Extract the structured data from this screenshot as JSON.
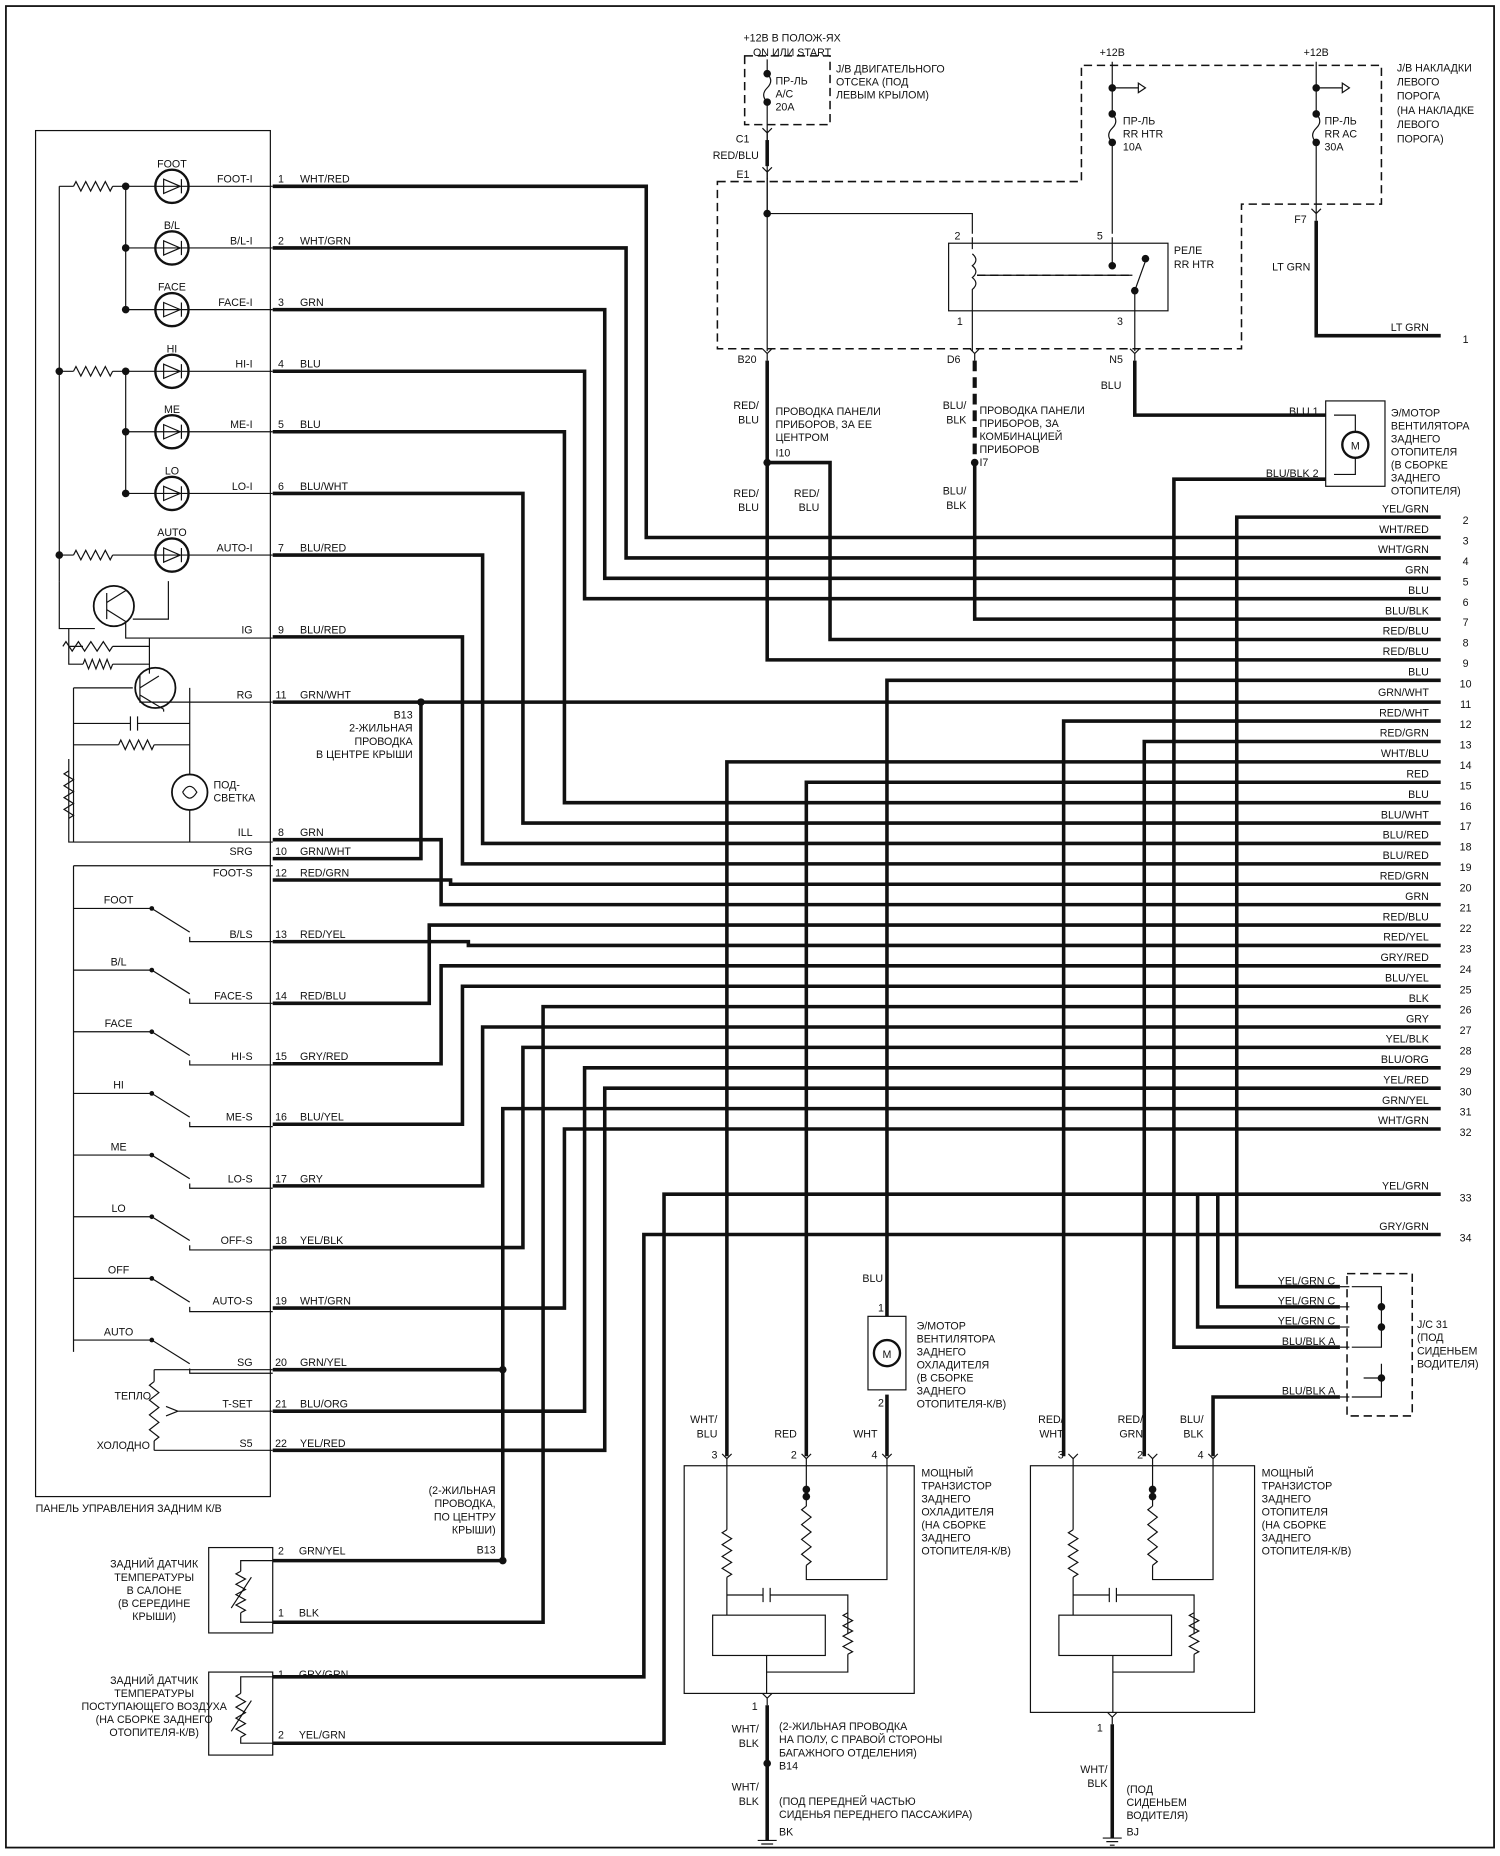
{
  "panel": {
    "caption": "ПАНЕЛЬ УПРАВЛЕНИЯ ЗАДНИМ К/В",
    "indicators": [
      "FOOT",
      "B/L",
      "FACE",
      "HI",
      "ME",
      "LO",
      "AUTO"
    ],
    "switches": [
      "FOOT",
      "B/L",
      "FACE",
      "HI",
      "ME",
      "LO",
      "OFF",
      "AUTO"
    ],
    "backlight": [
      "ПОД-",
      "СВЕТКА"
    ],
    "temp_warm": "ТЕПЛО",
    "temp_cold": "ХОЛОДНО",
    "pins": [
      {
        "name": "FOOT-I",
        "pin": "1",
        "wire": "WHT/RED"
      },
      {
        "name": "B/L-I",
        "pin": "2",
        "wire": "WHT/GRN"
      },
      {
        "name": "FACE-I",
        "pin": "3",
        "wire": "GRN"
      },
      {
        "name": "HI-I",
        "pin": "4",
        "wire": "BLU"
      },
      {
        "name": "ME-I",
        "pin": "5",
        "wire": "BLU"
      },
      {
        "name": "LO-I",
        "pin": "6",
        "wire": "BLU/WHT"
      },
      {
        "name": "AUTO-I",
        "pin": "7",
        "wire": "BLU/RED"
      },
      {
        "name": "IG",
        "pin": "9",
        "wire": "BLU/RED"
      },
      {
        "name": "RG",
        "pin": "11",
        "wire": "GRN/WHT"
      },
      {
        "name": "ILL",
        "pin": "8",
        "wire": "GRN"
      },
      {
        "name": "SRG",
        "pin": "10",
        "wire": "GRN/WHT"
      },
      {
        "name": "FOOT-S",
        "pin": "12",
        "wire": "RED/GRN"
      },
      {
        "name": "B/LS",
        "pin": "13",
        "wire": "RED/YEL"
      },
      {
        "name": "FACE-S",
        "pin": "14",
        "wire": "RED/BLU"
      },
      {
        "name": "HI-S",
        "pin": "15",
        "wire": "GRY/RED"
      },
      {
        "name": "ME-S",
        "pin": "16",
        "wire": "BLU/YEL"
      },
      {
        "name": "LO-S",
        "pin": "17",
        "wire": "GRY"
      },
      {
        "name": "OFF-S",
        "pin": "18",
        "wire": "YEL/BLK"
      },
      {
        "name": "AUTO-S",
        "pin": "19",
        "wire": "WHT/GRN"
      },
      {
        "name": "SG",
        "pin": "20",
        "wire": "GRN/YEL"
      },
      {
        "name": "T-SET",
        "pin": "21",
        "wire": "BLU/ORG"
      },
      {
        "name": "S5",
        "pin": "22",
        "wire": "YEL/RED"
      }
    ]
  },
  "right_connector": {
    "pins": [
      {
        "pin": "1",
        "wire": "LT GRN"
      },
      {
        "pin": "2",
        "wire": "YEL/GRN"
      },
      {
        "pin": "3",
        "wire": "WHT/RED"
      },
      {
        "pin": "4",
        "wire": "WHT/GRN"
      },
      {
        "pin": "5",
        "wire": "GRN"
      },
      {
        "pin": "6",
        "wire": "BLU"
      },
      {
        "pin": "7",
        "wire": "BLU/BLK"
      },
      {
        "pin": "8",
        "wire": "RED/BLU"
      },
      {
        "pin": "9",
        "wire": "RED/BLU"
      },
      {
        "pin": "10",
        "wire": "BLU"
      },
      {
        "pin": "11",
        "wire": "GRN/WHT"
      },
      {
        "pin": "12",
        "wire": "RED/WHT"
      },
      {
        "pin": "13",
        "wire": "RED/GRN"
      },
      {
        "pin": "14",
        "wire": "WHT/BLU"
      },
      {
        "pin": "15",
        "wire": "RED"
      },
      {
        "pin": "16",
        "wire": "BLU"
      },
      {
        "pin": "17",
        "wire": "BLU/WHT"
      },
      {
        "pin": "18",
        "wire": "BLU/RED"
      },
      {
        "pin": "19",
        "wire": "BLU/RED"
      },
      {
        "pin": "20",
        "wire": "RED/GRN"
      },
      {
        "pin": "21",
        "wire": "GRN"
      },
      {
        "pin": "22",
        "wire": "RED/BLU"
      },
      {
        "pin": "23",
        "wire": "RED/YEL"
      },
      {
        "pin": "24",
        "wire": "GRY/RED"
      },
      {
        "pin": "25",
        "wire": "BLU/YEL"
      },
      {
        "pin": "26",
        "wire": "BLK"
      },
      {
        "pin": "27",
        "wire": "GRY"
      },
      {
        "pin": "28",
        "wire": "YEL/BLK"
      },
      {
        "pin": "29",
        "wire": "BLU/ORG"
      },
      {
        "pin": "30",
        "wire": "YEL/RED"
      },
      {
        "pin": "31",
        "wire": "GRN/YEL"
      },
      {
        "pin": "32",
        "wire": "WHT/GRN"
      },
      {
        "pin": "33",
        "wire": "YEL/GRN"
      },
      {
        "pin": "34",
        "wire": "GRY/GRN"
      }
    ]
  },
  "top": {
    "ign_supply": [
      "+12В В ПОЛОЖ-ЯХ",
      "ON ИЛИ START"
    ],
    "jb_engine": [
      "J/B ДВИГАТЕЛЬНОГО",
      "ОТСЕКА (ПОД",
      "ЛЕВЫМ КРЫЛОМ)"
    ],
    "fuse_ac": [
      "ПР-ЛЬ",
      "A/C",
      "20A"
    ],
    "c1": "C1",
    "c1_wire": "RED/BLU",
    "e1": "E1",
    "supply_a": "+12В",
    "supply_b": "+12В",
    "jb_sill": [
      "J/B НАКЛАДКИ",
      "ЛЕВОГО",
      "ПОРОГА",
      "(НА НАКЛАДКЕ",
      "ЛЕВОГО",
      "ПОРОГА)"
    ],
    "fuse_rrhtr": [
      "ПР-ЛЬ",
      "RR HTR",
      "10A"
    ],
    "fuse_rrac": [
      "ПР-ЛЬ",
      "RR AC",
      "30A"
    ],
    "relay": [
      "РЕЛЕ",
      "RR HTR"
    ],
    "relay_pins": [
      "2",
      "5",
      "1",
      "3"
    ],
    "f7": "F7",
    "f7_wire": "LT GRN",
    "b20": "B20",
    "d6": "D6",
    "n5": "N5",
    "n5_wire": "BLU",
    "b20_wire": [
      "RED/",
      "BLU"
    ],
    "harness_center": [
      "ПРОВОДКА ПАНЕЛИ",
      "ПРИБОРОВ, ЗА ЕЕ",
      "ЦЕНТРОМ"
    ],
    "i10": "I10",
    "d6_wire": [
      "BLU/",
      "BLK"
    ],
    "harness_cluster": [
      "ПРОВОДКА ПАНЕЛИ",
      "ПРИБОРОВ, ЗА",
      "КОМБИНАЦИЕЙ",
      "ПРИБОРОВ"
    ],
    "i7": "I7",
    "i10_wire_a": [
      "RED/",
      "BLU"
    ],
    "i10_wire_b": [
      "RED/",
      "BLU"
    ],
    "i7_wire": [
      "BLU/",
      "BLK"
    ]
  },
  "heater_motor": {
    "pin1": "BLU  1",
    "pin2": "BLU/BLK  2",
    "label": [
      "Э/МОТОР",
      "ВЕНТИЛЯТОРА",
      "ЗАДНЕГО",
      "ОТОПИТЕЛЯ",
      "(В СБОРКЕ",
      "ЗАДНЕГО",
      "ОТОПИТЕЛЯ)"
    ],
    "symbol": "M"
  },
  "b13_roof": [
    "B13",
    "2-ЖИЛЬНАЯ",
    "ПРОВОДКА",
    "В ЦЕНТРЕ КРЫШИ"
  ],
  "cooler_motor": {
    "wire_in": "BLU",
    "pin1": "1",
    "pin2": "2",
    "symbol": "M",
    "label": [
      "Э/МОТОР",
      "ВЕНТИЛЯТОРА",
      "ЗАДНЕГО",
      "ОХЛАДИТЕЛЯ",
      "(В СБОРКЕ",
      "ЗАДНЕГО",
      "ОТОПИТЕЛЯ-К/В)"
    ]
  },
  "cooler_transistor": {
    "wires": [
      [
        "WHT/",
        "BLU"
      ],
      [
        "RED"
      ],
      [
        "WHT"
      ]
    ],
    "pins": [
      "3",
      "2",
      "4"
    ],
    "label": [
      "МОЩНЫЙ",
      "ТРАНЗИСТОР",
      "ЗАДНЕГО",
      "ОХЛАДИТЕЛЯ",
      "(НА СБОРКЕ",
      "ЗАДНЕГО",
      "ОТОПИТЕЛЯ-К/В)"
    ],
    "ground_pin": "1",
    "ground_wire_a": [
      "WHT/",
      "BLK"
    ],
    "harness": [
      "(2-ЖИЛЬНАЯ ПРОВОДКА",
      "НА ПОЛУ, С ПРАВОЙ СТОРОНЫ",
      "БАГАЖНОГО ОТДЕЛЕНИЯ)"
    ],
    "b14": "B14",
    "ground_wire_b": [
      "WHT/",
      "BLK"
    ],
    "ground_loc": [
      "(ПОД ПЕРЕДНЕЙ ЧАСТЬЮ",
      "СИДЕНЬЯ ПЕРЕДНЕГО ПАССАЖИРА)"
    ],
    "ground_id": "BK"
  },
  "heater_transistor": {
    "wires": [
      [
        "RED/",
        "WHT"
      ],
      [
        "RED/",
        "GRN"
      ],
      [
        "BLU/",
        "BLK"
      ]
    ],
    "pins": [
      "3",
      "2",
      "4"
    ],
    "label": [
      "МОЩНЫЙ",
      "ТРАНЗИСТОР",
      "ЗАДНЕГО",
      "ОТОПИТЕЛЯ",
      "(НА СБОРКЕ",
      "ЗАДНЕГО",
      "ОТОПИТЕЛЯ-К/В)"
    ],
    "ground_pin": "1",
    "ground_wire": [
      "WHT/",
      "BLK"
    ],
    "ground_loc": [
      "(ПОД",
      "СИДЕНЬЕМ",
      "ВОДИТЕЛЯ)"
    ],
    "ground_id": "BJ"
  },
  "jc31": {
    "rows": [
      "YEL/GRN  C",
      "YEL/GRN  C",
      "YEL/GRN  C",
      "BLU/BLK  A",
      "BLU/BLK  A"
    ],
    "label": [
      "J/C 31",
      "(ПОД",
      "СИДЕНЬЕМ",
      "ВОДИТЕЛЯ)"
    ]
  },
  "roof_harness": {
    "label": [
      "(2-ЖИЛЬНАЯ",
      "ПРОВОДКА,",
      "ПО ЦЕНТРУ",
      "КРЫШИ)"
    ],
    "id": "B13"
  },
  "cabin_sensor": {
    "label": [
      "ЗАДНИЙ ДАТЧИК",
      "ТЕМПЕРАТУРЫ",
      "В САЛОНЕ",
      "(В СЕРЕДИНЕ",
      "КРЫШИ)"
    ],
    "pins": [
      {
        "pin": "2",
        "wire": "GRN/YEL"
      },
      {
        "pin": "1",
        "wire": "BLK"
      }
    ]
  },
  "intake_sensor": {
    "label": [
      "ЗАДНИЙ ДАТЧИК",
      "ТЕМПЕРАТУРЫ",
      "ПОСТУПАЮЩЕГО ВОЗДУХА",
      "(НА СБОРКЕ ЗАДНЕГО",
      "ОТОПИТЕЛЯ-К/В)"
    ],
    "pins": [
      {
        "pin": "1",
        "wire": "GRY/GRN"
      },
      {
        "pin": "2",
        "wire": "YEL/GRN"
      }
    ]
  }
}
